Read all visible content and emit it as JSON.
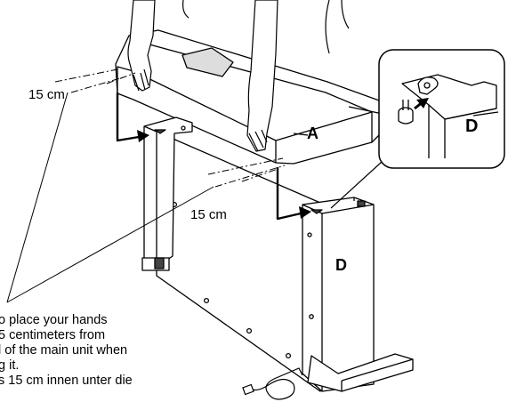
{
  "labels": {
    "dimension_top": "15 cm",
    "dimension_middle": "15 cm",
    "part_a": "A",
    "part_d": "D",
    "part_d_inset": "D"
  },
  "note_lines": [
    "o place your hands",
    "5 centimeters from",
    "l of the main unit when",
    "g it.",
    "s 15 cm innen unter die"
  ]
}
